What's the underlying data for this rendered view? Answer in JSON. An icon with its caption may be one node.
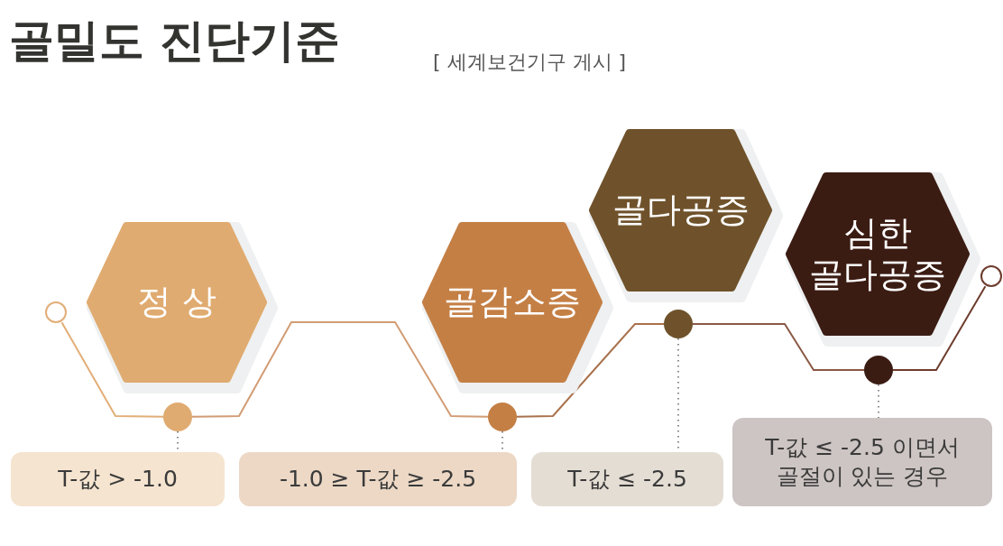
{
  "diagram": {
    "title": "골밀도 진단기준",
    "caption": "[ 세계보건기구 게시 ]",
    "nodes": [
      {
        "text": [],
        "shape": "circle"
      },
      {
        "text": [
          "정 상"
        ]
      },
      {
        "text": [],
        "shape": "circle"
      },
      {
        "text": [
          "T-값 > -1.0"
        ]
      },
      {
        "text": [
          "골감소증"
        ]
      },
      {
        "text": [],
        "shape": "circle"
      },
      {
        "text": [
          "-1.0 ≥ T-값 ≥ -2.5"
        ]
      },
      {
        "text": [
          "골다공증"
        ]
      },
      {
        "text": [],
        "shape": "circle"
      },
      {
        "text": [
          "T-값 ≤ -2.5"
        ]
      },
      {
        "text": [
          "심한 골다공증"
        ]
      },
      {
        "text": [],
        "shape": "circle"
      },
      {
        "text": [
          "T-값 ≤ -2.5 이면서 골절이 있는 경우"
        ]
      },
      {
        "text": [],
        "shape": "circle"
      }
    ],
    "edges": [
      {
        "from": 0,
        "to": 2,
        "arrow": "none",
        "color": "#e2ae78"
      },
      {
        "from": 2,
        "to": 5,
        "arrow": "none",
        "color": "#d29c74"
      },
      {
        "from": 5,
        "to": 8,
        "arrow": "none",
        "color": "#a9714c"
      },
      {
        "from": 8,
        "to": 11,
        "arrow": "none",
        "color": "#8a5945"
      },
      {
        "from": 11,
        "to": 13,
        "arrow": "none",
        "color": "#6d3c2d"
      },
      {
        "from": 2,
        "to": 3,
        "arrow": "none",
        "style": "dashed",
        "color": "#8a8a8a"
      },
      {
        "from": 5,
        "to": 6,
        "arrow": "none",
        "style": "dashed",
        "color": "#8a8a8a"
      },
      {
        "from": 8,
        "to": 9,
        "arrow": "none",
        "style": "dashed",
        "color": "#8a8a8a"
      },
      {
        "from": 11,
        "to": 12,
        "arrow": "none",
        "style": "dashed",
        "color": "#8a8a8a"
      }
    ]
  }
}
